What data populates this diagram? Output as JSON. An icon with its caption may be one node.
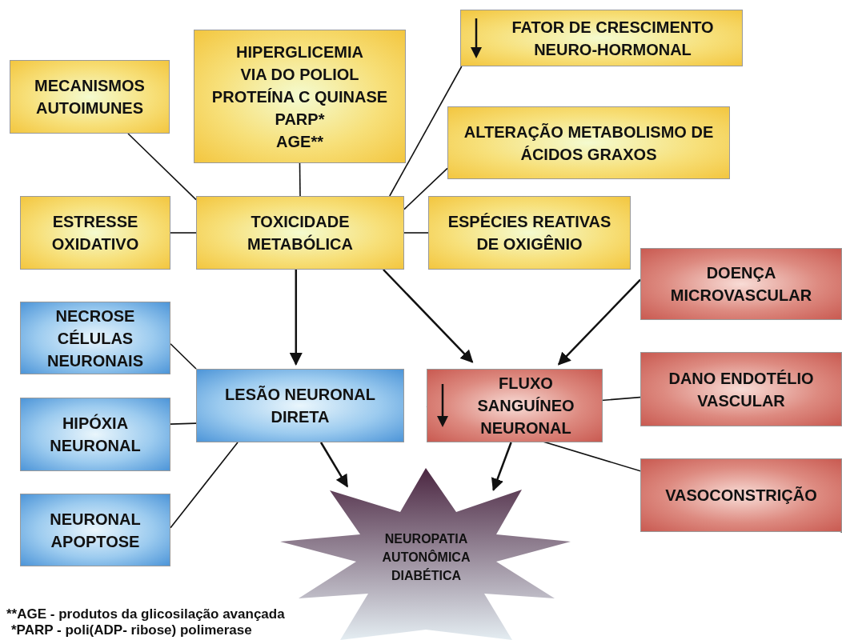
{
  "diagram": {
    "nodes": [
      {
        "text": [
          "MECANISMOS AUTOIMUNES"
        ]
      },
      {
        "text": [
          "HIPERGLICEMIA",
          "VIA DO POLIOL",
          "PROTEÍNA C QUINASE",
          "PARP*",
          "AGE**"
        ]
      },
      {
        "text": [
          "FATOR DE CRESCIMENTO NEURO-HORMONAL"
        ]
      },
      {
        "text": [
          "ALTERAÇÃO METABOLISMO DE ÁCIDOS GRAXOS"
        ]
      },
      {
        "text": [
          "ESTRESSE OXIDATIVO"
        ]
      },
      {
        "text": [
          "TOXICIDADE METABÓLICA"
        ]
      },
      {
        "text": [
          "ESPÉCIES REATIVAS DE OXIGÊNIO"
        ]
      },
      {
        "text": [
          "DOENÇA MICROVASCULAR"
        ]
      },
      {
        "text": [
          "NECROSE CÉLULAS NEURONAIS"
        ]
      },
      {
        "text": [
          "LESÃO NEURONAL DIRETA"
        ]
      },
      {
        "text": [
          "FLUXO SANGUÍNEO NEURONAL"
        ]
      },
      {
        "text": [
          "DANO ENDOTÉLIO VASCULAR"
        ]
      },
      {
        "text": [
          "HIPÓXIA NEURONAL"
        ]
      },
      {
        "text": [
          "NEURONAL APOPTOSE"
        ]
      },
      {
        "text": [
          "VASOCONSTRIÇÃO"
        ]
      },
      {
        "text": [
          "NEUROPATIA AUTONÔMICA DIABÉTICA"
        ]
      }
    ],
    "edges": [
      {
        "from": 0,
        "to": 5,
        "arrow": "none"
      },
      {
        "from": 1,
        "to": 5,
        "arrow": "none"
      },
      {
        "from": 2,
        "to": 5,
        "arrow": "none"
      },
      {
        "from": 3,
        "to": 5,
        "arrow": "none"
      },
      {
        "from": 4,
        "to": 5,
        "arrow": "none"
      },
      {
        "from": 6,
        "to": 5,
        "arrow": "none"
      },
      {
        "from": 5,
        "to": 9,
        "arrow": "to"
      },
      {
        "from": 5,
        "to": 10,
        "arrow": "to"
      },
      {
        "from": 7,
        "to": 10,
        "arrow": "to"
      },
      {
        "from": 8,
        "to": 9,
        "arrow": "none"
      },
      {
        "from": 12,
        "to": 9,
        "arrow": "none"
      },
      {
        "from": 13,
        "to": 9,
        "arrow": "none"
      },
      {
        "from": 11,
        "to": 10,
        "arrow": "none"
      },
      {
        "from": 14,
        "to": 10,
        "arrow": "none"
      },
      {
        "from": 9,
        "to": 15,
        "arrow": "to"
      },
      {
        "from": 10,
        "to": 15,
        "arrow": "to"
      }
    ],
    "labels": [
      "**AGE - produtos da glicosilação avançada",
      "*PARP - poli(ADP- ribose) polimerase"
    ]
  }
}
